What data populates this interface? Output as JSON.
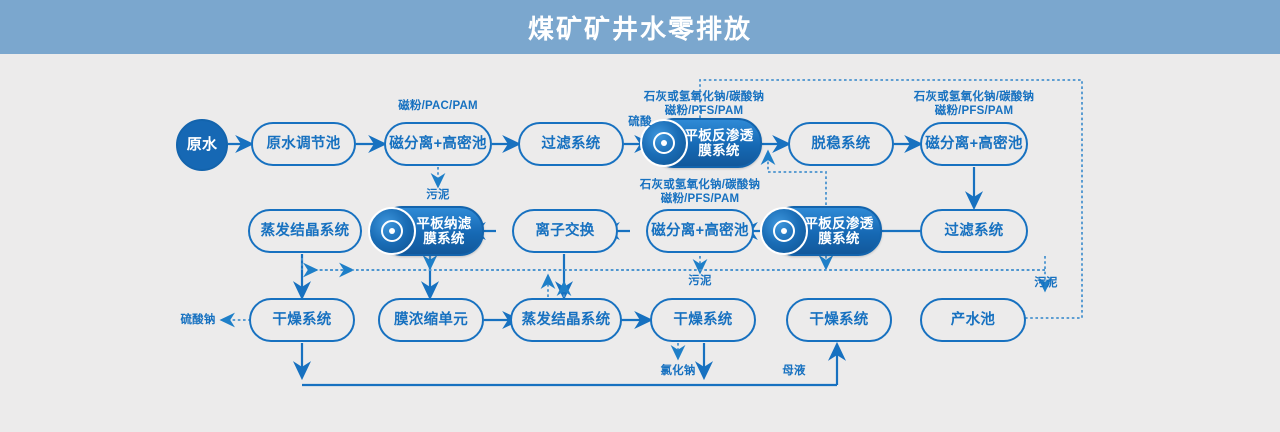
{
  "header": {
    "title": "煤矿矿井水零排放"
  },
  "theme": {
    "header_bg": "#7ba7ce",
    "page_bg": "#ecebeb",
    "line": "#1771c0",
    "fill": "#1668b4",
    "text_on_fill": "#ffffff"
  },
  "nodes": {
    "raw_water": {
      "label": "原水",
      "style": "circle"
    },
    "raw_water_tank": {
      "label": "原水调节池",
      "style": "outline"
    },
    "mag_sep_1": {
      "label": "磁分离+高密池",
      "style": "outline"
    },
    "filter_1": {
      "label": "过滤系统",
      "style": "outline"
    },
    "flat_ro_1": {
      "label": "平板反渗透\n膜系统",
      "style": "filled"
    },
    "destab": {
      "label": "脱稳系统",
      "style": "outline"
    },
    "mag_sep_2": {
      "label": "磁分离+高密池",
      "style": "outline"
    },
    "filter_2": {
      "label": "过滤系统",
      "style": "outline"
    },
    "flat_ro_2": {
      "label": "平板反渗透\n膜系统",
      "style": "filled"
    },
    "mag_sep_3": {
      "label": "磁分离+高密池",
      "style": "outline"
    },
    "ion_exchange": {
      "label": "离子交换",
      "style": "outline"
    },
    "flat_nf": {
      "label": "平板纳滤\n膜系统",
      "style": "filled"
    },
    "evap_cryst_1": {
      "label": "蒸发结晶系统",
      "style": "outline"
    },
    "dryer_1": {
      "label": "干燥系统",
      "style": "outline"
    },
    "membrane_conc": {
      "label": "膜浓缩单元",
      "style": "outline"
    },
    "evap_cryst_2": {
      "label": "蒸发结晶系统",
      "style": "outline"
    },
    "dryer_2": {
      "label": "干燥系统",
      "style": "outline"
    },
    "dryer_3": {
      "label": "干燥系统",
      "style": "outline"
    },
    "product_water_pool": {
      "label": "产水池",
      "style": "outline"
    }
  },
  "annotations": {
    "dose_mag_pac_pam": "磁粉/PAC/PAM",
    "sulfuric_acid": "硫酸",
    "sludge_1": "污泥",
    "dose_lime_1": "石灰或氢氧化钠/碳酸钠\n磁粉/PFS/PAM",
    "dose_lime_2": "石灰或氢氧化钠/碳酸钠\n磁粉/PFS/PAM",
    "dose_lime_3": "石灰或氢氧化钠/碳酸钠\n磁粉/PFS/PAM",
    "sludge_2": "污泥",
    "sludge_3": "污泥",
    "sodium_sulfate": "硫酸钠",
    "sodium_chloride": "氯化钠",
    "mother_liquor": "母液"
  }
}
